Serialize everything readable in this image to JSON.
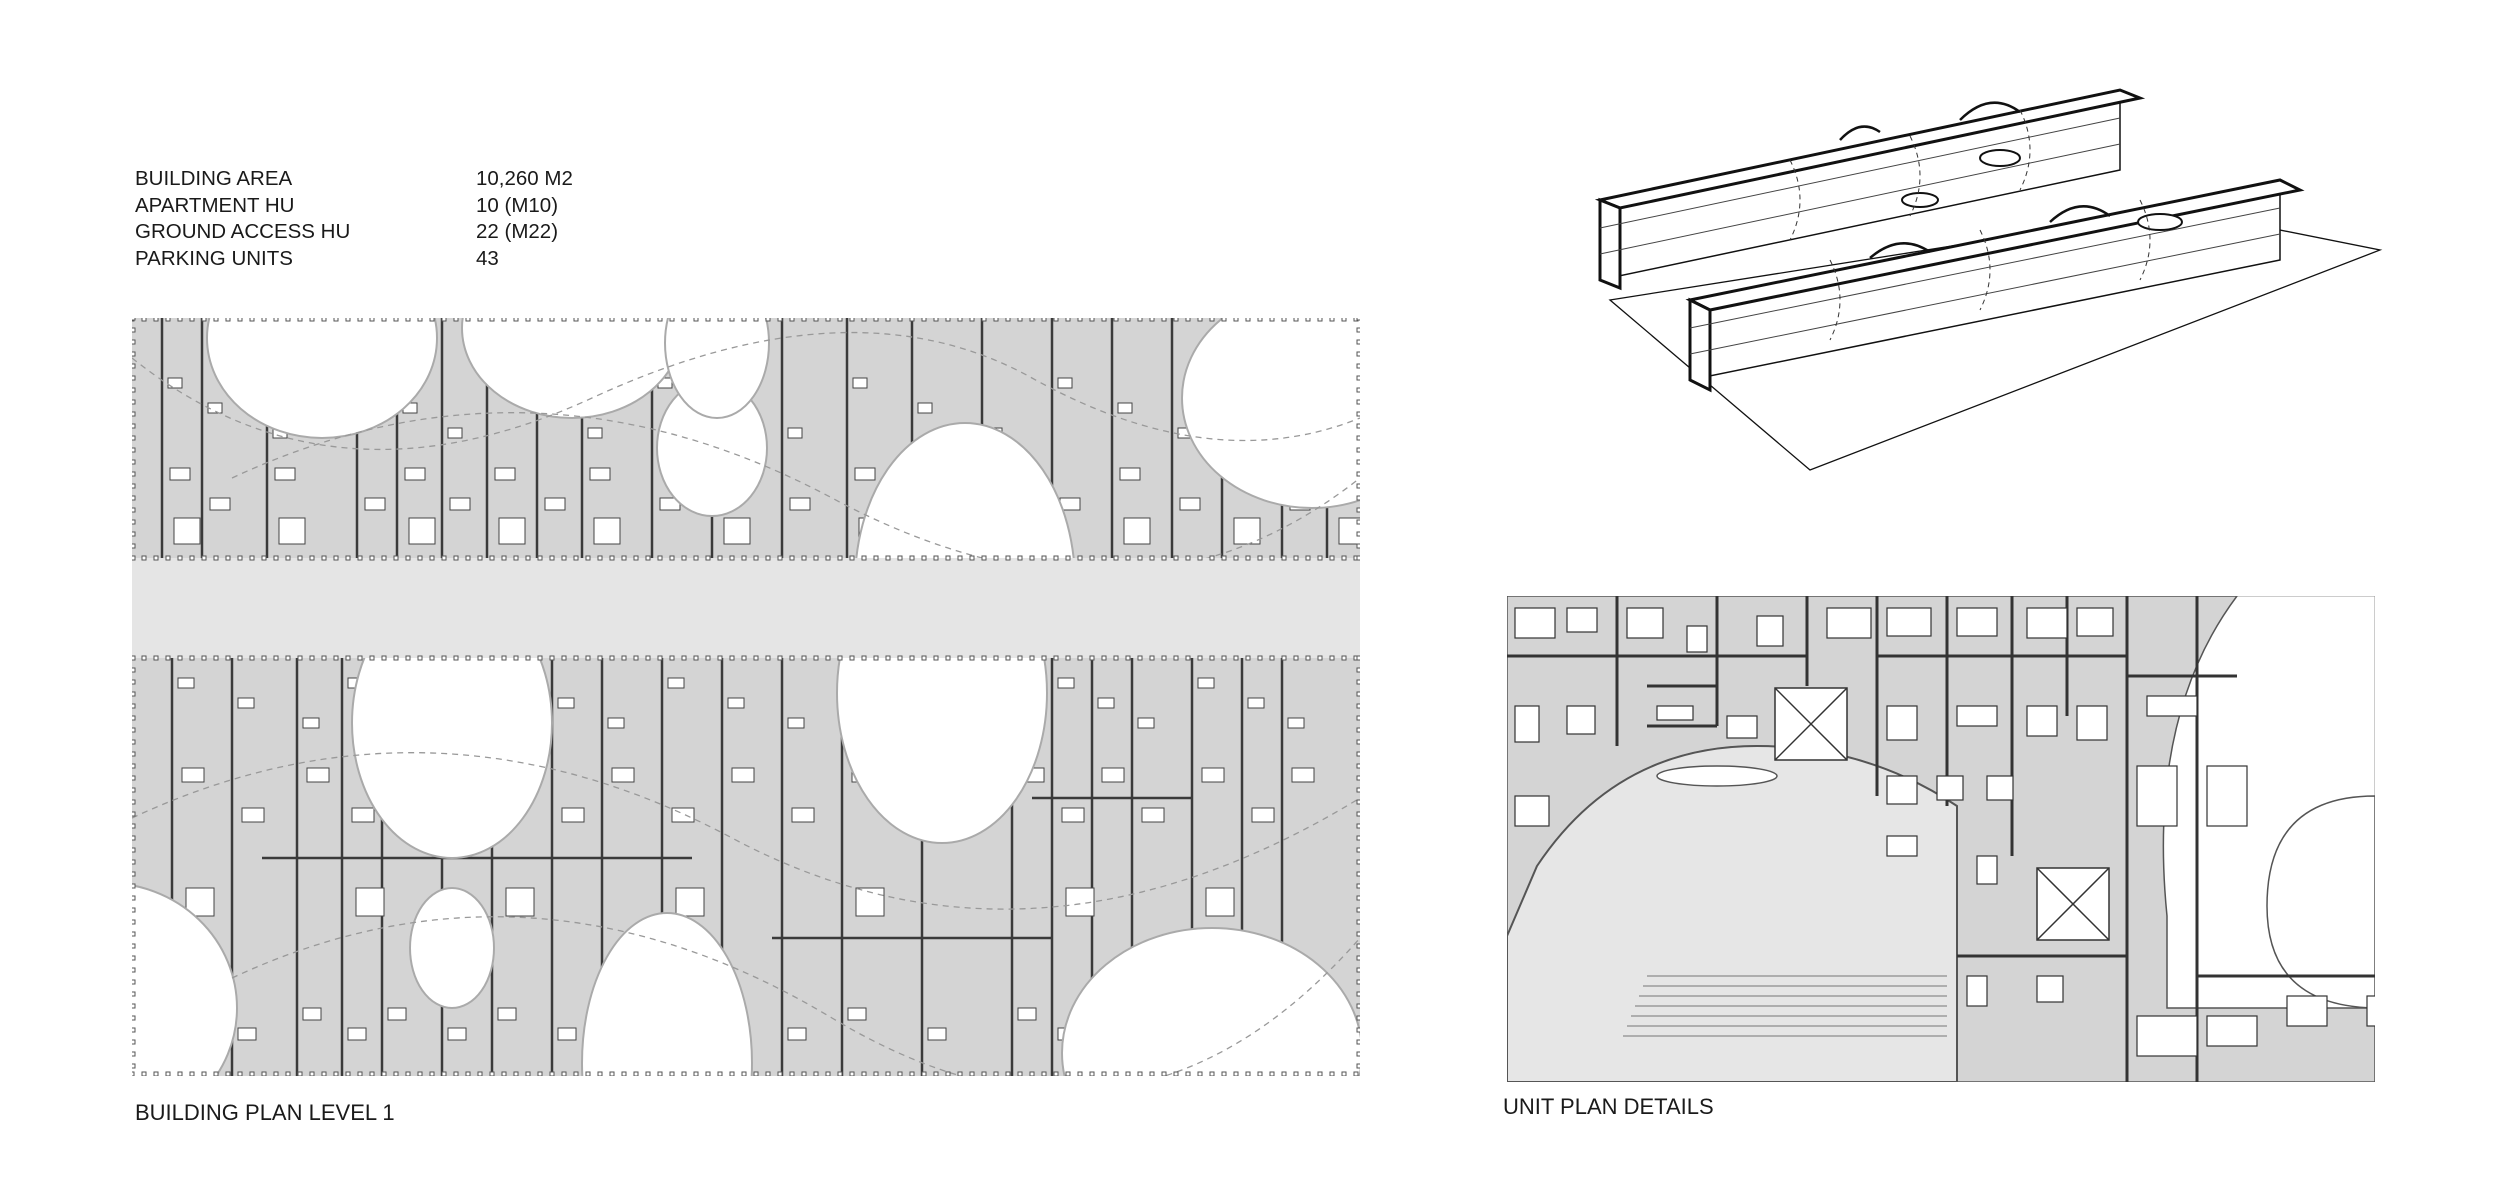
{
  "stats": [
    {
      "label": "BUILDING AREA",
      "value": "10,260 M2"
    },
    {
      "label": "APARTMENT HU",
      "value": "10 (M10)"
    },
    {
      "label": "GROUND ACCESS HU",
      "value": "22 (M22)"
    },
    {
      "label": "PARKING UNITS",
      "value": "43"
    }
  ],
  "captions": {
    "plan": "BUILDING PLAN LEVEL 1",
    "unit": "UNIT PLAN DETAILS"
  },
  "colors": {
    "floor_fill": "#d4d4d4",
    "corridor": "#e5e5e5",
    "walls": "#3a3a3a",
    "void_edge": "#b0b0b0",
    "axon_stroke": "#111111"
  }
}
